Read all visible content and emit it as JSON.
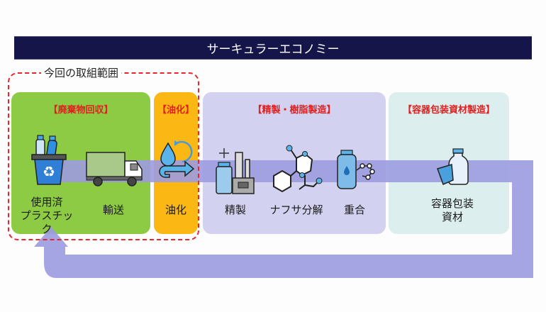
{
  "title": "サーキュラーエコノミー",
  "scope_label": "今回の取組範囲",
  "colors": {
    "title_bg": "#15154a",
    "scope_border": "#e8262e",
    "waste_panel": "#8dcb45",
    "oil_panel": "#fbb714",
    "refine_panel": "#d2d2f0",
    "container_panel": "#dceeee",
    "flow_arrow": "#9c9be0",
    "header_text": "#e02020"
  },
  "stages": [
    {
      "header": "【廃棄物回収】",
      "steps": [
        {
          "icon": "recycle-bin-icon",
          "label_lines": [
            "使用済",
            "プラスチック"
          ]
        },
        {
          "icon": "truck-icon",
          "label_lines": [
            "輸送"
          ]
        }
      ]
    },
    {
      "header": "【油化】",
      "steps": [
        {
          "icon": "oil-conversion-icon",
          "label_lines": [
            "油化"
          ]
        }
      ]
    },
    {
      "header": "【精製・樹脂製造】",
      "steps": [
        {
          "icon": "refinery-icon",
          "label_lines": [
            "精製"
          ]
        },
        {
          "icon": "molecule-icon",
          "label_lines": [
            "ナフサ分解"
          ]
        },
        {
          "icon": "polymer-tank-icon",
          "label_lines": [
            "重合"
          ]
        }
      ]
    },
    {
      "header": "【容器包装資材製造】",
      "steps": [
        {
          "icon": "bottle-cup-icon",
          "label_lines": [
            "容器包装",
            "資材"
          ]
        }
      ]
    }
  ]
}
